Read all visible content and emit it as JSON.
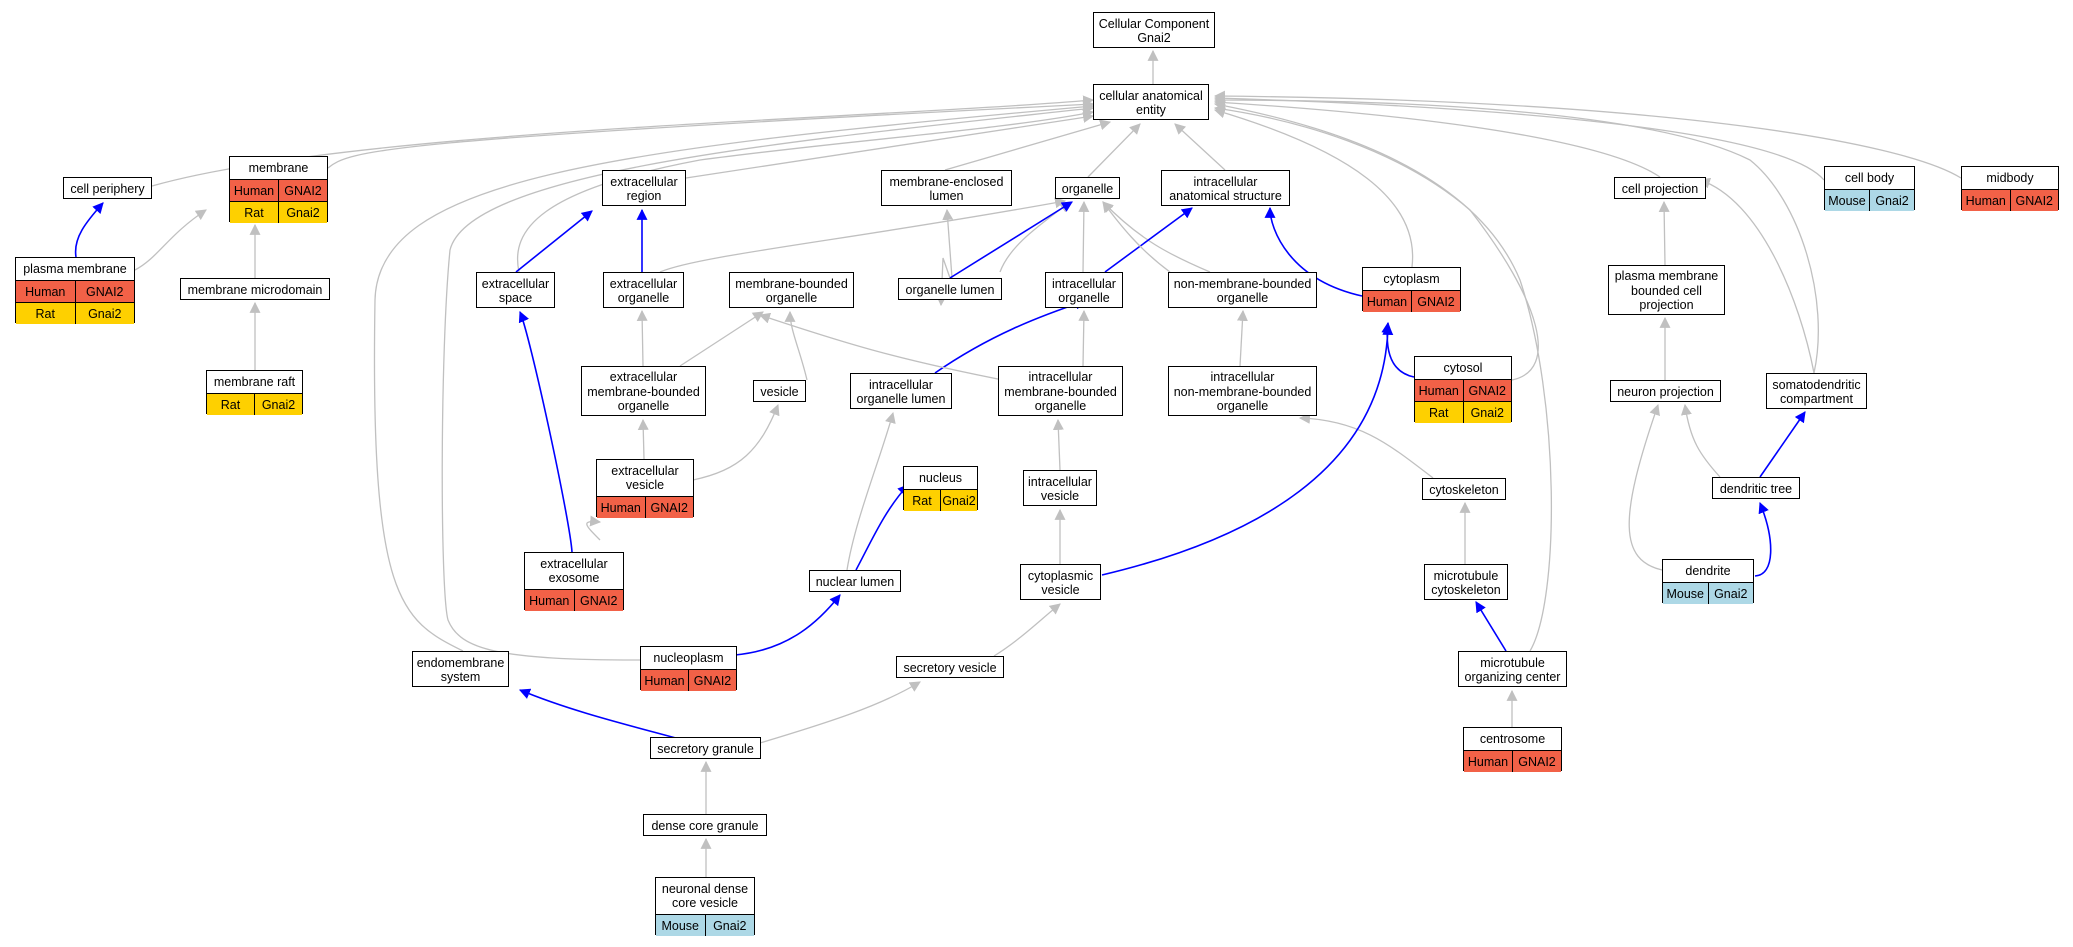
{
  "graph": {
    "colors": {
      "Human": "#f26147",
      "Rat": "#fed000",
      "Mouse": "#add8e6",
      "gray_edge": "#c0c0c0",
      "blue_edge": "#0000ff"
    },
    "nodes": {
      "root": {
        "label": "Cellular Component\nGnai2"
      },
      "cae": {
        "label": "cellular anatomical\nentity"
      },
      "cell_periphery": {
        "label": "cell periphery"
      },
      "membrane": {
        "label": "membrane",
        "species": [
          [
            "Human",
            "GNAI2"
          ],
          [
            "Rat",
            "Gnai2"
          ]
        ]
      },
      "plasma_membrane": {
        "label": "plasma membrane",
        "species": [
          [
            "Human",
            "GNAI2"
          ],
          [
            "Rat",
            "Gnai2"
          ]
        ]
      },
      "membrane_microdomain": {
        "label": "membrane microdomain"
      },
      "membrane_raft": {
        "label": "membrane raft",
        "species": [
          [
            "Rat",
            "Gnai2"
          ]
        ]
      },
      "extracellular_region": {
        "label": "extracellular\nregion"
      },
      "extracellular_space": {
        "label": "extracellular\nspace"
      },
      "extracellular_organelle": {
        "label": "extracellular\norganelle"
      },
      "ext_mb_organelle": {
        "label": "extracellular\nmembrane-bounded\norganelle"
      },
      "extracellular_vesicle": {
        "label": "extracellular\nvesicle",
        "species": [
          [
            "Human",
            "GNAI2"
          ]
        ]
      },
      "extracellular_exosome": {
        "label": "extracellular\nexosome",
        "species": [
          [
            "Human",
            "GNAI2"
          ]
        ]
      },
      "endomembrane_system": {
        "label": "endomembrane\nsystem"
      },
      "nucleoplasm": {
        "label": "nucleoplasm",
        "species": [
          [
            "Human",
            "GNAI2"
          ]
        ]
      },
      "membrane_enclosed_lumen": {
        "label": "membrane-enclosed\nlumen"
      },
      "organelle": {
        "label": "organelle"
      },
      "membrane_bounded_organelle": {
        "label": "membrane-bounded\norganelle"
      },
      "organelle_lumen": {
        "label": "organelle lumen"
      },
      "vesicle": {
        "label": "vesicle"
      },
      "intracellular_organelle_lumen": {
        "label": "intracellular\norganelle lumen"
      },
      "nucleus": {
        "label": "nucleus",
        "species": [
          [
            "Rat",
            "Gnai2"
          ]
        ]
      },
      "nuclear_lumen": {
        "label": "nuclear lumen"
      },
      "intracellular_anatomical_structure": {
        "label": "intracellular\nanatomical structure"
      },
      "intracellular_organelle": {
        "label": "intracellular\norganelle"
      },
      "intracellular_mb_organelle": {
        "label": "intracellular\nmembrane-bounded\norganelle"
      },
      "intracellular_vesicle": {
        "label": "intracellular\nvesicle"
      },
      "cytoplasmic_vesicle": {
        "label": "cytoplasmic\nvesicle"
      },
      "secretory_vesicle": {
        "label": "secretory vesicle"
      },
      "secretory_granule": {
        "label": "secretory granule"
      },
      "dense_core_granule": {
        "label": "dense core granule"
      },
      "neuronal_dense_core_vesicle": {
        "label": "neuronal dense\ncore vesicle",
        "species": [
          [
            "Mouse",
            "Gnai2"
          ]
        ]
      },
      "non_mb_organelle": {
        "label": "non-membrane-bounded\norganelle"
      },
      "intracellular_non_mb_organelle": {
        "label": "intracellular\nnon-membrane-bounded\norganelle"
      },
      "cytoskeleton": {
        "label": "cytoskeleton"
      },
      "microtubule_cytoskeleton": {
        "label": "microtubule\ncytoskeleton"
      },
      "microtubule_organizing_center": {
        "label": "microtubule\norganizing center"
      },
      "centrosome": {
        "label": "centrosome",
        "species": [
          [
            "Human",
            "GNAI2"
          ]
        ]
      },
      "cytoplasm": {
        "label": "cytoplasm",
        "species": [
          [
            "Human",
            "GNAI2"
          ]
        ]
      },
      "cytosol": {
        "label": "cytosol",
        "species": [
          [
            "Human",
            "GNAI2"
          ],
          [
            "Rat",
            "Gnai2"
          ]
        ]
      },
      "cell_projection": {
        "label": "cell projection"
      },
      "pm_bounded_cell_projection": {
        "label": "plasma membrane\nbounded cell\nprojection"
      },
      "neuron_projection": {
        "label": "neuron projection"
      },
      "somatodendritic_compartment": {
        "label": "somatodendritic\ncompartment"
      },
      "dendritic_tree": {
        "label": "dendritic tree"
      },
      "dendrite": {
        "label": "dendrite",
        "species": [
          [
            "Mouse",
            "Gnai2"
          ]
        ]
      },
      "cell_body": {
        "label": "cell body",
        "species": [
          [
            "Mouse",
            "Gnai2"
          ]
        ]
      },
      "midbody": {
        "label": "midbody",
        "species": [
          [
            "Human",
            "GNAI2"
          ]
        ]
      }
    }
  }
}
